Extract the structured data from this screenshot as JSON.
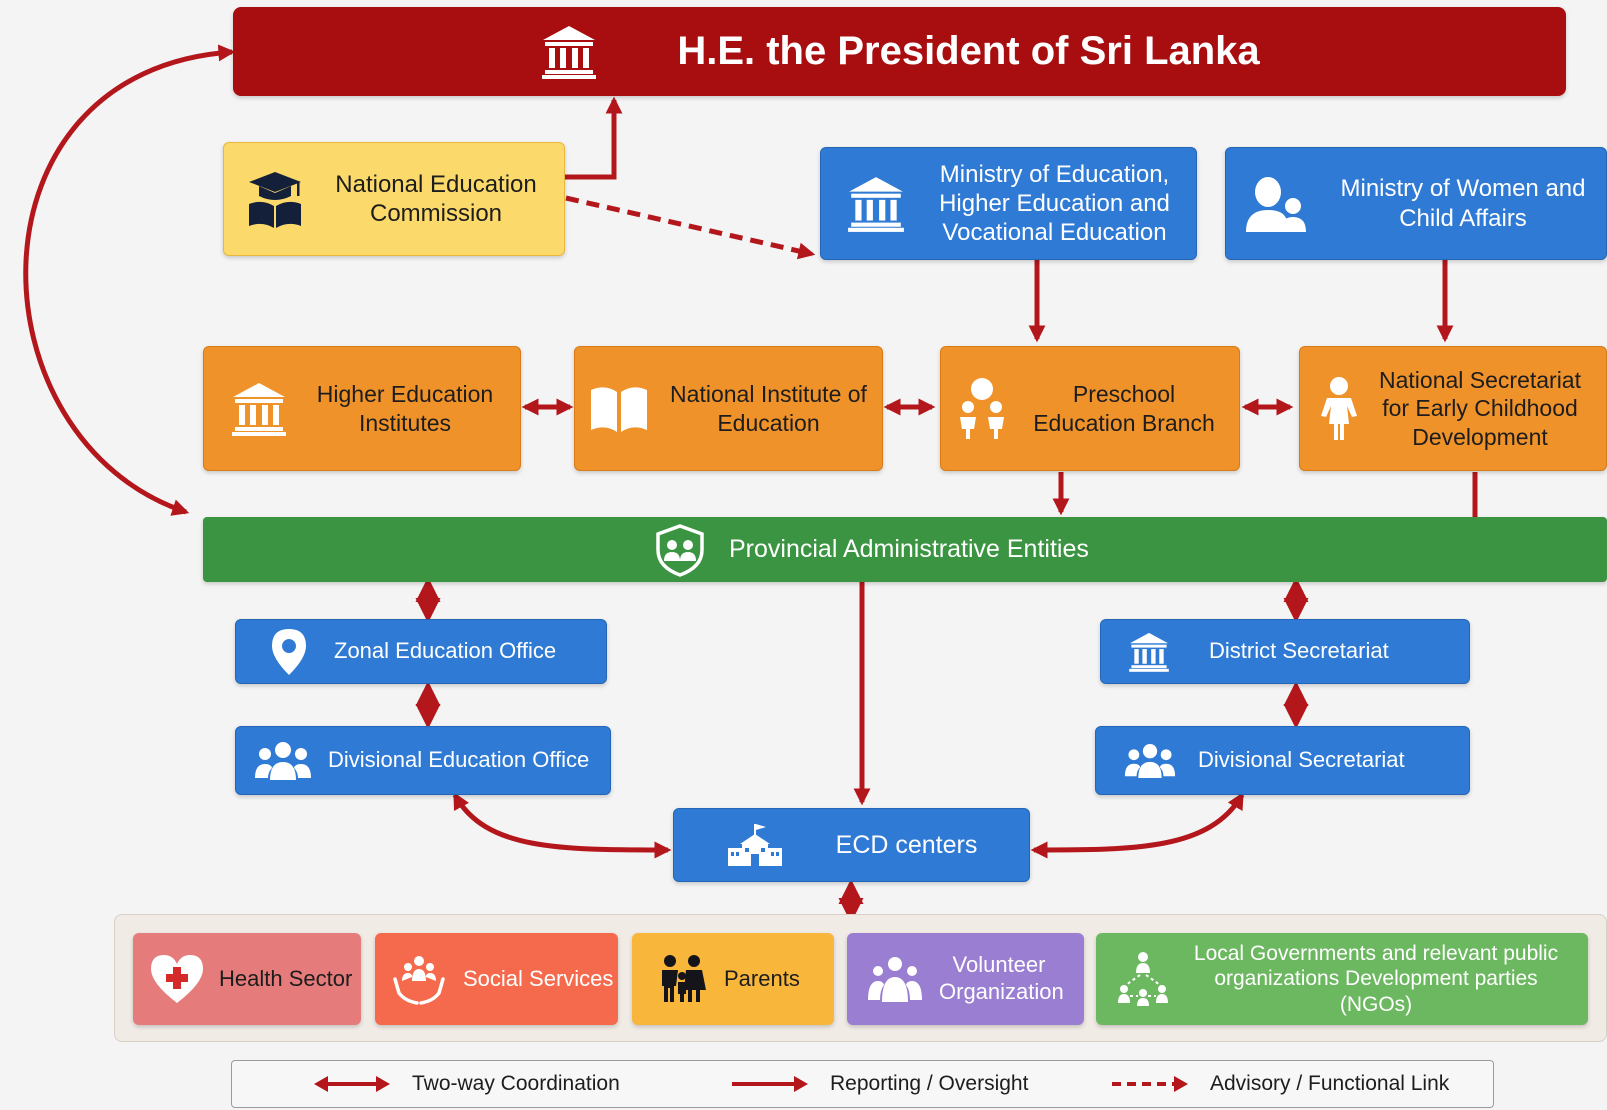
{
  "president": {
    "title": "H.E. the President of Sri Lanka",
    "icon": "institution-icon"
  },
  "nec": {
    "label": "National Education Commission",
    "icon": "graduation-book-icon"
  },
  "ministry_education": {
    "label": "Ministry of Education, Higher Education and Vocational Education",
    "icon": "institution-icon"
  },
  "ministry_women": {
    "label": "Ministry of Women and Child Affairs",
    "icon": "mother-child-icon"
  },
  "higher_education": {
    "label": "Higher Education Institutes",
    "icon": "institution-icon"
  },
  "nie": {
    "label": "National Institute of Education",
    "icon": "open-book-icon"
  },
  "preschool": {
    "label": "Preschool Education Branch",
    "icon": "children-icon"
  },
  "secretariat_ecd": {
    "label": "National Secretariat for Early Childhood Development",
    "icon": "child-icon"
  },
  "provincial": {
    "label": "Provincial Administrative Entities",
    "icon": "shield-people-icon"
  },
  "zonal": {
    "label": "Zonal Education Office",
    "icon": "location-pin-icon"
  },
  "divisional_education": {
    "label": "Divisional Education Office",
    "icon": "group-icon"
  },
  "district_secretariat": {
    "label": "District Secretariat",
    "icon": "institution-icon"
  },
  "divisional_secretariat": {
    "label": "Divisional Secretariat",
    "icon": "group-icon"
  },
  "ecd": {
    "label": "ECD centers",
    "icon": "school-icon"
  },
  "stakeholders": [
    {
      "label": "Health Sector",
      "icon": "heart-cross-icon",
      "color": "#e57b7b"
    },
    {
      "label": "Social Services",
      "icon": "care-hands-icon",
      "color": "#f56a4c"
    },
    {
      "label": "Parents",
      "icon": "parents-icon",
      "color": "#f8b73b"
    },
    {
      "label": "Volunteer Organization",
      "icon": "group-icon",
      "color": "#9a7ed2"
    },
    {
      "label": "Local Governments and relevant public organizations Development parties (NGOs)",
      "icon": "network-icon",
      "color": "#6cb860"
    }
  ],
  "legend": {
    "two_way": "Two-way Coordination",
    "reporting": "Reporting / Oversight",
    "advisory": "Advisory / Functional Link"
  },
  "colors": {
    "arrow": "#b3171c",
    "president": "#a80e10",
    "blue": "#2f7ad4",
    "orange": "#f0922a",
    "green": "#3b9441",
    "yellow": "#fbd96a"
  }
}
